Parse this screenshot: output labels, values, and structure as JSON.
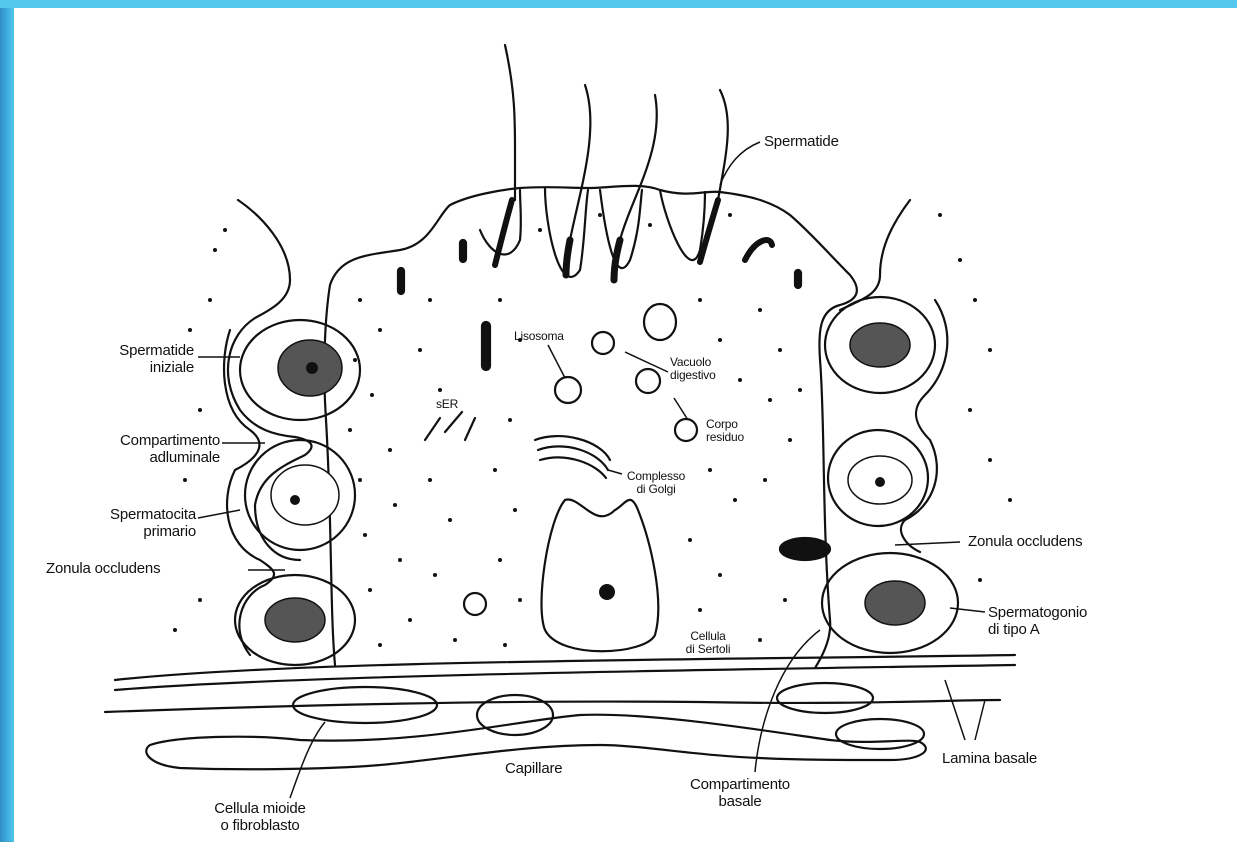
{
  "labels": {
    "spermatide": "Spermatide",
    "spermatide_iniziale_1": "Spermatide",
    "spermatide_iniziale_2": "iniziale",
    "compartimento_adluminale_1": "Compartimento",
    "compartimento_adluminale_2": "adluminale",
    "spermatocita_primario_1": "Spermatocita",
    "spermatocita_primario_2": "primario",
    "zonula_occludens_left": "Zonula occludens",
    "zonula_occludens_right": "Zonula occludens",
    "spermatogonio_1": "Spermatogonio",
    "spermatogonio_2": "di tipo A",
    "lamina_basale": "Lamina basale",
    "compartimento_basale_1": "Compartimento",
    "compartimento_basale_2": "basale",
    "capillare": "Capillare",
    "cellula_mioide_1": "Cellula mioide",
    "cellula_mioide_2": "o fibroblasto",
    "lisosoma": "Lisosoma",
    "vacuolo_1": "Vacuolo",
    "vacuolo_2": "digestivo",
    "ser": "sER",
    "corpo_residuo_1": "Corpo",
    "corpo_residuo_2": "residuo",
    "golgi_1": "Complesso",
    "golgi_2": "di Golgi",
    "sertoli_1": "Cellula",
    "sertoli_2": "di Sertoli"
  }
}
